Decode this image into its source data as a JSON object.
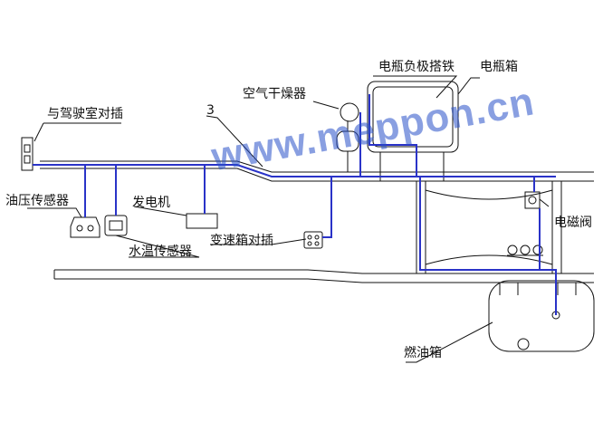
{
  "labels": {
    "cab_connector": "与驾驶室对插",
    "callout_3": "3",
    "air_dryer": "空气干燥器",
    "battery_neg_ground": "电瓶负极搭铁",
    "battery_box": "电瓶箱",
    "oil_pressure_sensor": "油压传感器",
    "generator": "发电机",
    "water_temp_sensor": "水温传感器",
    "gearbox_connector": "变速箱对插",
    "solenoid_valve": "电磁阀",
    "fuel_tank": "燃油箱"
  },
  "watermark": "www.meppon.cn",
  "colors": {
    "line": "#111111",
    "harness": "#2a33c8",
    "watermark": "#2f55c8"
  }
}
